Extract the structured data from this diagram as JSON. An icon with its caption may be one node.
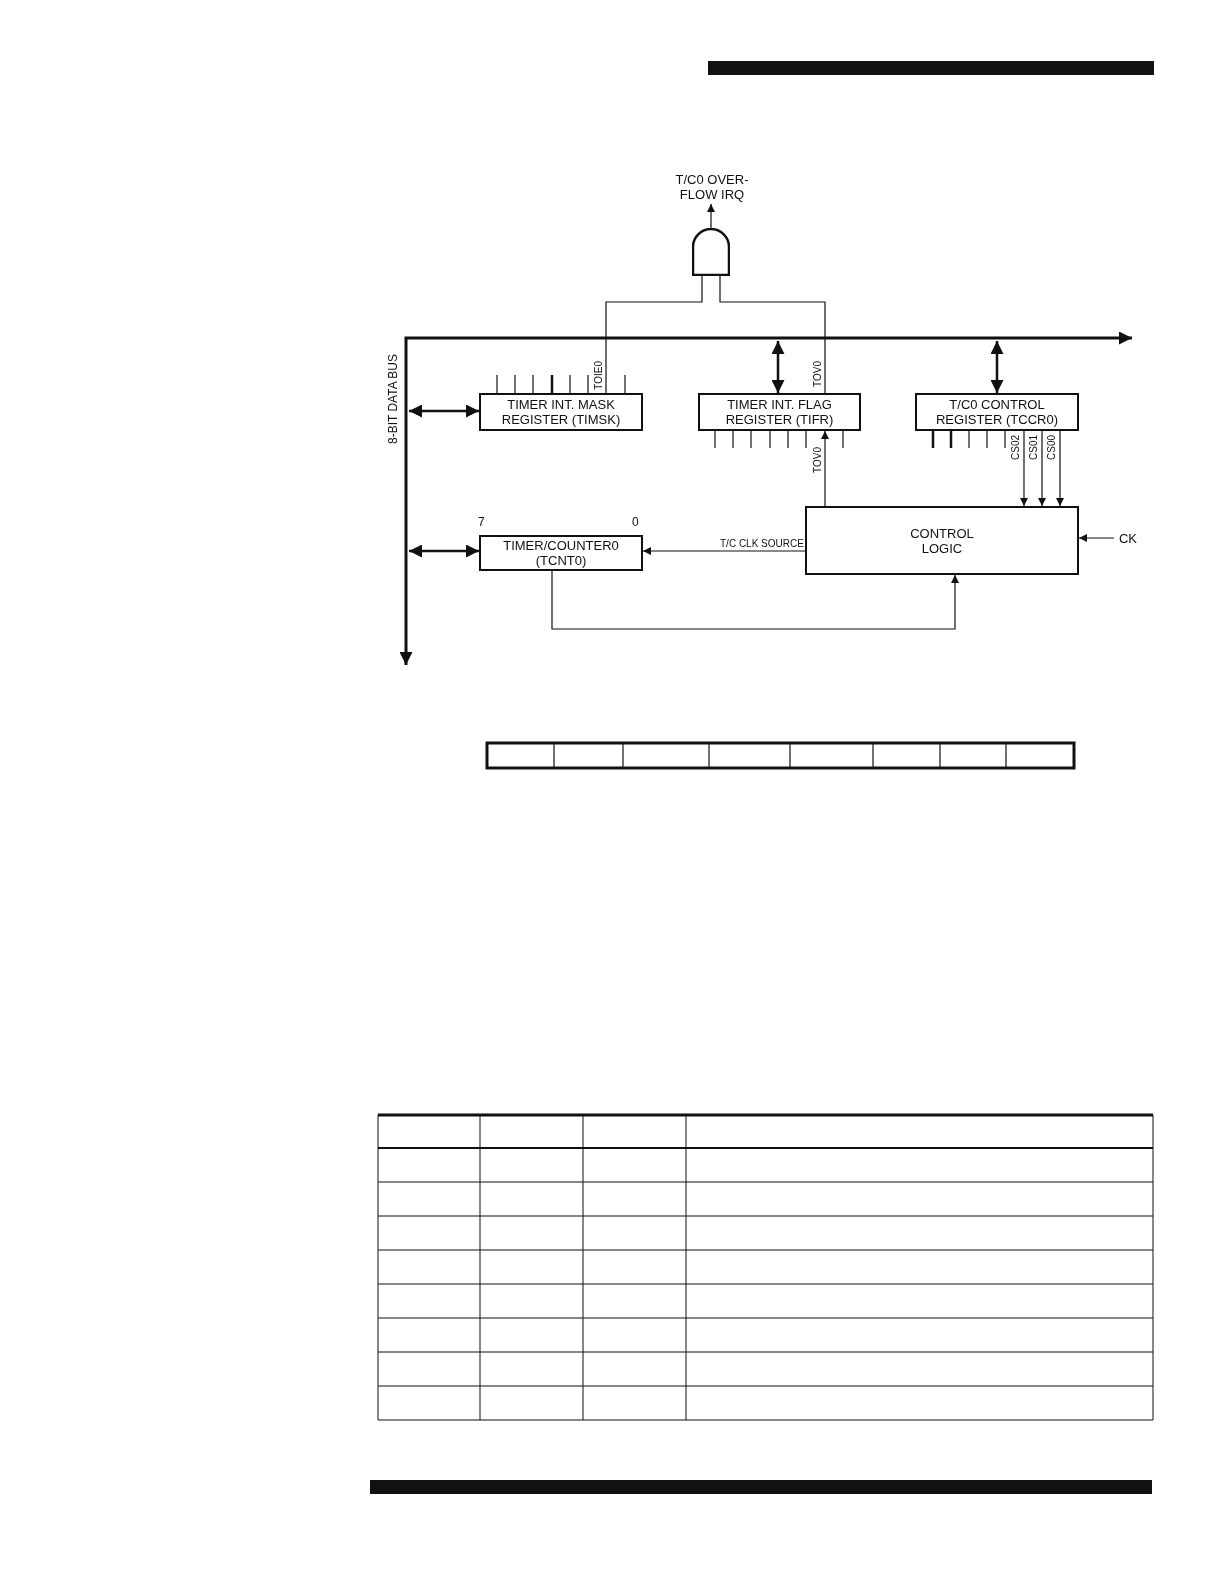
{
  "diagram": {
    "nodes": [
      {
        "text": [
          "T/C0 OVER- FLOW IRQ"
        ]
      },
      {
        "text": [],
        "shape": "gate"
      },
      {
        "text": [
          "TIMER INT. MASK REGISTER (TIMSK)"
        ]
      },
      {
        "text": [
          "TIMER INT. FLAG REGISTER (TIFR)"
        ]
      },
      {
        "text": [
          "T/C0 CONTROL REGISTER (TCCR0)"
        ]
      },
      {
        "text": [
          "TIMER/COUNTER0 (TCNT0)"
        ],
        "beside": [
          "7",
          "0"
        ]
      },
      {
        "text": [
          "CONTROL LOGIC"
        ]
      },
      {
        "text": [
          "CK"
        ]
      },
      {
        "text": [
          "8-BIT DATA BUS"
        ]
      }
    ],
    "edges": [
      {
        "from": 1,
        "to": 0,
        "arrow": "to"
      },
      {
        "from": 2,
        "to": 1,
        "arrow": "none",
        "label": "TOIE0"
      },
      {
        "from": 3,
        "to": 1,
        "arrow": "none",
        "label": "TOV0"
      },
      {
        "from": 8,
        "to": 2,
        "arrow": "both"
      },
      {
        "from": null,
        "to": 3,
        "arrow": "both"
      },
      {
        "from": null,
        "to": 4,
        "arrow": "both"
      },
      {
        "from": null,
        "to": 5,
        "arrow": "both"
      },
      {
        "from": 4,
        "to": 6,
        "arrow": "to",
        "label": "CS02"
      },
      {
        "from": 4,
        "to": 6,
        "arrow": "to",
        "label": "CS01"
      },
      {
        "from": 4,
        "to": 6,
        "arrow": "to",
        "label": "CS00"
      },
      {
        "from": 6,
        "to": 3,
        "arrow": "to",
        "label": "TOV0"
      },
      {
        "from": 6,
        "to": 5,
        "arrow": "to",
        "label": "T/C CLK SOURCE"
      },
      {
        "from": 5,
        "to": 6,
        "arrow": "to"
      },
      {
        "from": 7,
        "to": 6,
        "arrow": "to"
      }
    ]
  }
}
